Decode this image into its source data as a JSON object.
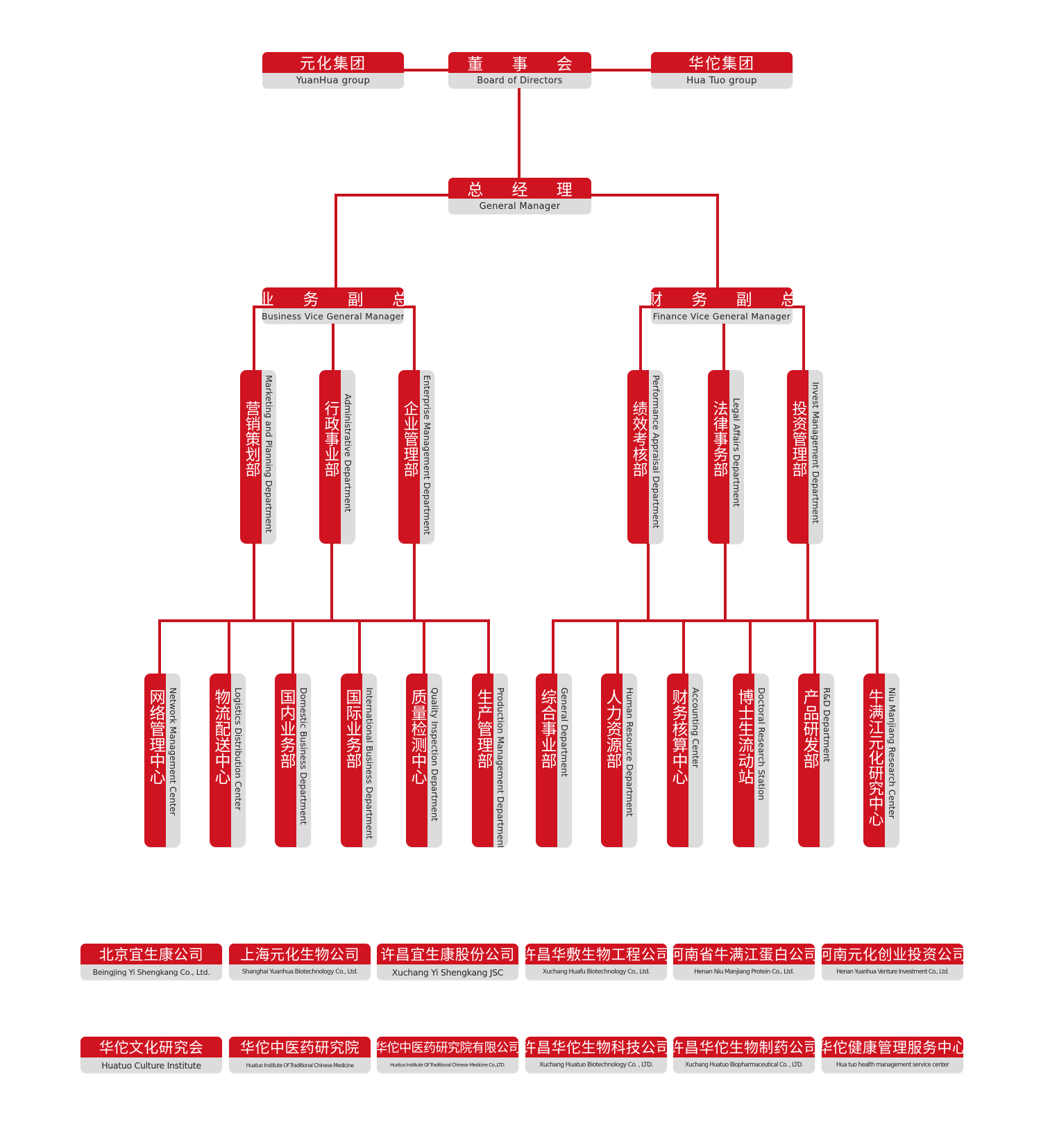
{
  "board": {
    "zh": "董 事 会",
    "en": "Board of Directors"
  },
  "left_group": {
    "zh": "元化集团",
    "en": "YuanHua group"
  },
  "right_group": {
    "zh": "华佗集团",
    "en": "Hua Tuo group"
  },
  "gm": {
    "zh": "总 经 理",
    "en": "General Manager"
  },
  "business_vgm": {
    "zh": "业 务 副 总",
    "en": "Business Vice General Manager"
  },
  "finance_vgm": {
    "zh": "财 务 副 总",
    "en": "Finance Vice General Manager"
  },
  "departments": [
    {
      "zh": "营销策划部",
      "en": "Marketing and Planning Department"
    },
    {
      "zh": "行政事业部",
      "en": "Administrative Department"
    },
    {
      "zh": "企业管理部",
      "en": "Enterprise Management Department"
    },
    {
      "zh": "绩效考核部",
      "en": "Performance Appraisal Department"
    },
    {
      "zh": "法律事务部",
      "en": "Legal Affairs Department"
    },
    {
      "zh": "投资管理部",
      "en": "Invest Management Department"
    }
  ],
  "centers": [
    {
      "zh": "网络管理中心",
      "en": "Network Management Center"
    },
    {
      "zh": "物流配送中心",
      "en": "Logistics Distribution Center"
    },
    {
      "zh": "国内业务部",
      "en": "Domestic Business Department"
    },
    {
      "zh": "国际业务部",
      "en": "International Business Department"
    },
    {
      "zh": "质量检测中心",
      "en": "Quality Inspection Department"
    },
    {
      "zh": "生产管理部",
      "en": "Production Management Department"
    },
    {
      "zh": "综合事业部",
      "en": "General Department"
    },
    {
      "zh": "人力资源部",
      "en": "Human Resource Department"
    },
    {
      "zh": "财务核算中心",
      "en": "Accounting Center"
    },
    {
      "zh": "博士生流动站",
      "en": "Doctoral Research Station"
    },
    {
      "zh": "产品研发部",
      "en": "R&D Department"
    },
    {
      "zh": "牛满江元化研究中心",
      "en": "Niu Manjiang Research Center"
    }
  ],
  "companies_row1": [
    {
      "zh": "北京宜生康公司",
      "en": "Beingjing Yi Shengkang Co., Ltd."
    },
    {
      "zh": "上海元化生物公司",
      "en": "Shanghai Yuanhua Biotechnology Co., Ltd."
    },
    {
      "zh": "许昌宜生康股份公司",
      "en": "Xuchang Yi Shengkang JSC"
    },
    {
      "zh": "许昌华敷生物工程公司",
      "en": "Xuchang Huafu Biotechnology Co., Ltd."
    },
    {
      "zh": "河南省牛满江蛋白公司",
      "en": "Henan Niu Manjiang Protein Co., Ltd."
    },
    {
      "zh": "河南元化创业投资公司",
      "en": "Henan Yuanhua Venture Investment Co., Ltd."
    }
  ],
  "companies_row2": [
    {
      "zh": "华佗文化研究会",
      "en": "Huatuo Culture Institute"
    },
    {
      "zh": "华佗中医药研究院",
      "en": "Huatuo Institute Of Traditional Chinese Medicine"
    },
    {
      "zh": "华佗中医药研究院有限公司",
      "en": "Huatuo Institute Of Traditional Chinese Medicine Co.,LTD."
    },
    {
      "zh": "许昌华佗生物科技公司",
      "en": "Xuchang Huatuo Biotechnology Co. , LTD."
    },
    {
      "zh": "许昌华佗生物制药公司",
      "en": "Xuchang Huatuo Biopharmaceutical Co. , LTD."
    },
    {
      "zh": "华佗健康管理服务中心",
      "en": "Hua tuo health management service center"
    }
  ],
  "colors": {
    "accent": "#cf1320",
    "secondary": "#dcdcdc",
    "line": "#c8131f"
  }
}
